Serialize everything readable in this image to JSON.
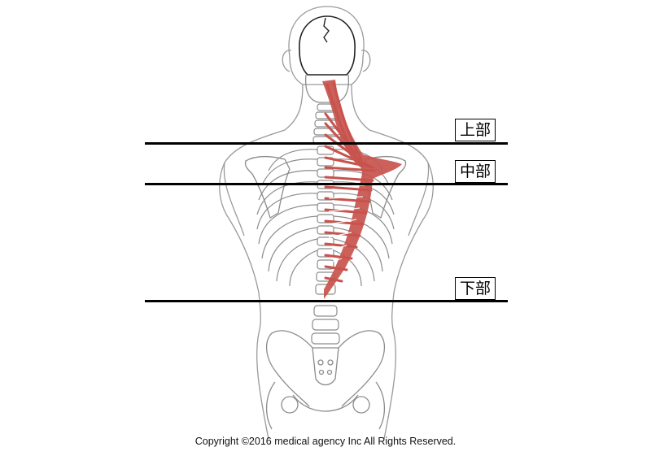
{
  "labels": {
    "upper": "上部",
    "middle": "中部",
    "lower": "下部"
  },
  "copyright": "Copyright ©2016 medical agency Inc All Rights Reserved.",
  "colors": {
    "outline": "#9a9a9a",
    "bone": "#8c8c8c",
    "muscle": "#c8524c",
    "line": "#000000"
  }
}
